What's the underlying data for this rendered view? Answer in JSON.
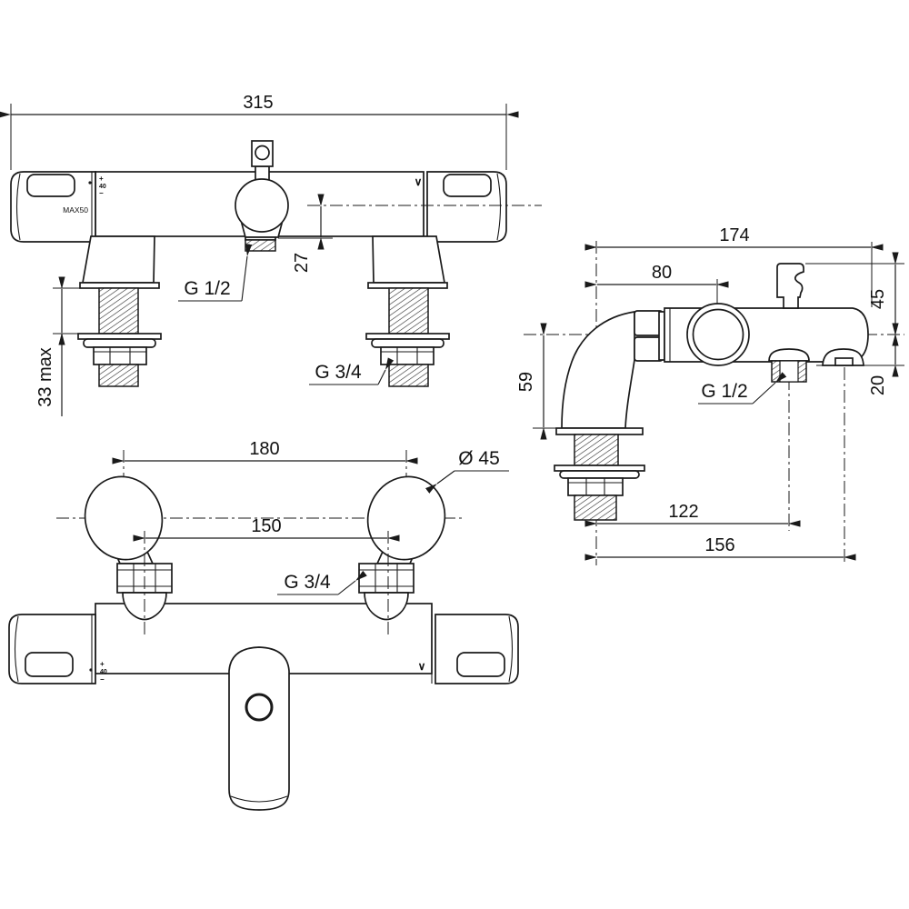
{
  "front_view": {
    "dim_width": "315",
    "dim_outlet_drop": "27",
    "dim_deck_max": "33 max",
    "label_shower_thread": "G 1/2",
    "label_inlet_thread": "G 3/4",
    "handle_label": "MAX50",
    "mark_plus": "+",
    "mark_temp": "40",
    "mark_minus": "−",
    "mark_chevron": "∨"
  },
  "plan_view": {
    "dim_outer_centers": "180",
    "dim_inlet_centers": "150",
    "label_diameter": "Ø 45",
    "label_union_thread": "G 3/4",
    "mark_plus": "+",
    "mark_temp": "40",
    "mark_minus": "−",
    "mark_chevron": "∨"
  },
  "side_view": {
    "dim_depth": "174",
    "dim_knob_offset": "80",
    "dim_bracket_height": "45",
    "dim_body_to_deck": "59",
    "dim_spout_drop": "20",
    "dim_outlet_offset": "122",
    "dim_spout_offset": "156",
    "label_outlet_thread": "G 1/2"
  },
  "colors": {
    "line": "#1a1a1a",
    "background": "#ffffff"
  }
}
